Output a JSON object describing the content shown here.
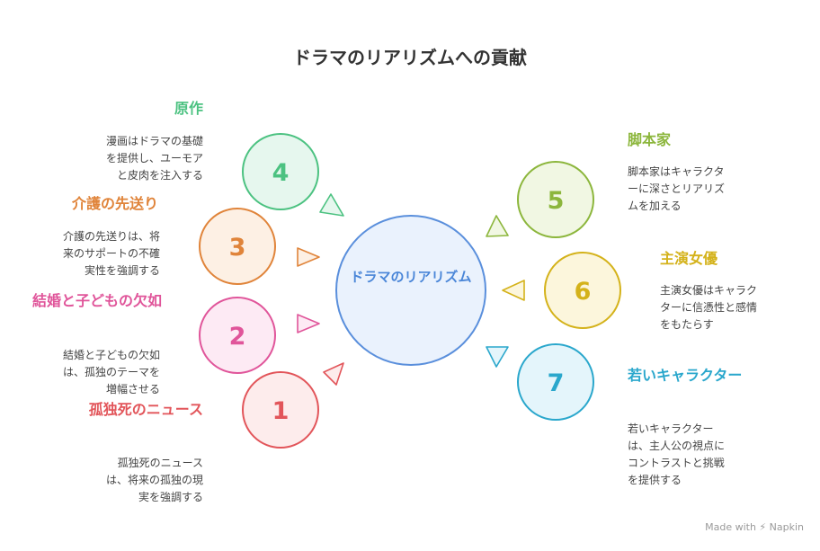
{
  "title": "ドラマのリアリズムへの貢献",
  "center": "ドラマのリアリズム",
  "items": [
    {
      "num": "1",
      "head": "孤独死のニュース",
      "desc": "孤独死のニュース\nは、将来の孤独の現\n実を強調する",
      "color": "#e2555a"
    },
    {
      "num": "2",
      "head": "結婚と子どもの欠如",
      "desc": "結婚と子どもの欠如\nは、孤独のテーマを\n増幅させる",
      "color": "#e0559a"
    },
    {
      "num": "3",
      "head": "介護の先送り",
      "desc": "介護の先送りは、将\n来のサポートの不確\n実性を強調する",
      "color": "#e0843a"
    },
    {
      "num": "4",
      "head": "原作",
      "desc": "漫画はドラマの基礎\nを提供し、ユーモア\nと皮肉を注入する",
      "color": "#4cc281"
    },
    {
      "num": "5",
      "head": "脚本家",
      "desc": "脚本家はキャラクタ\nーに深さとリアリズ\nムを加える",
      "color": "#8cb63c"
    },
    {
      "num": "6",
      "head": "主演女優",
      "desc": "主演女優はキャラク\nターに信憑性と感情\nをもたらす",
      "color": "#d4b21a"
    },
    {
      "num": "7",
      "head": "若いキャラクター",
      "desc": "若いキャラクター\nは、主人公の視点に\nコントラストと挑戦\nを提供する",
      "color": "#2aa7cc"
    }
  ],
  "brand": "Made with ⚡ Napkin"
}
